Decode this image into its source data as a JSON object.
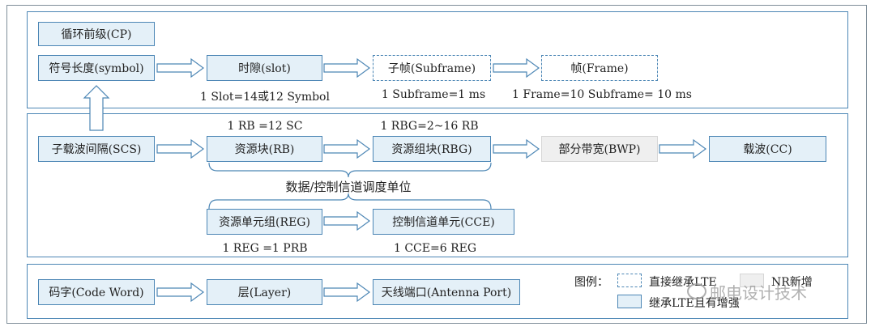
{
  "panels": {
    "top": {
      "cp": "循环前级(CP)",
      "symbol": "符号长度(symbol)",
      "slot": "时隙(slot)",
      "subframe": "子帧(Subframe)",
      "frame": "帧(Frame)",
      "slot_note": "1 Slot=14或12 Symbol",
      "subframe_note": "1 Subframe=1 ms",
      "frame_note": "1 Frame=10 Subframe= 10 ms"
    },
    "middle": {
      "scs": "子载波间隔(SCS)",
      "rb": "资源块(RB)",
      "rbg": "资源组块(RBG)",
      "bwp": "部分带宽(BWP)",
      "cc": "载波(CC)",
      "rb_note": "1 RB =12 SC",
      "rbg_note": "1 RBG=2~16 RB",
      "unit_caption": "数据/控制信道调度单位",
      "reg": "资源单元组(REG)",
      "cce": "控制信道单元(CCE)",
      "reg_note": "1 REG =1 PRB",
      "cce_note": "1 CCE=6 REG"
    },
    "bottom": {
      "codeword": "码字(Code Word)",
      "layer": "层(Layer)",
      "antenna": "天线端口(Antenna Port)"
    }
  },
  "legend": {
    "title": "图例：",
    "direct": "直接继承LTE",
    "new": "NR新增",
    "inherit": "继承LTE且有增强"
  },
  "watermark": "邮电设计技术",
  "colors": {
    "inherit_fill": "#e4f0f8",
    "border": "#4c86b5",
    "new_fill": "#efefef"
  }
}
